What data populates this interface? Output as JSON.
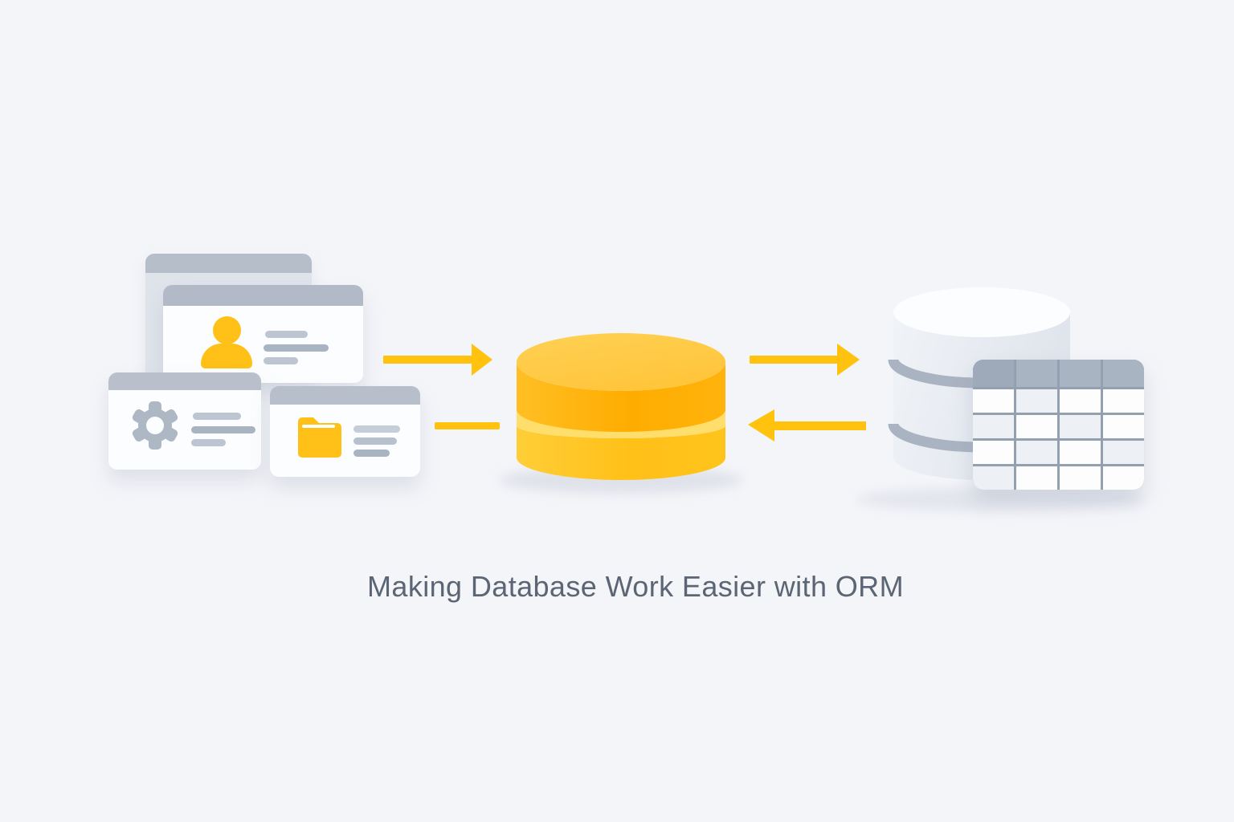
{
  "caption": {
    "text": "Making Database Work Easier with ORM"
  },
  "palette": {
    "background": "#f4f5f9",
    "caption_text": "#5b6573",
    "card_header": "#b4bcc9",
    "card_body": "#fcfdfe",
    "back_card_body": "#dfe4eb",
    "placeholder_line": "#bcc5d1",
    "placeholder_line_dark": "#a9b4c2",
    "icon_gray": "#aeb7c4",
    "accent_yellow": "#ffc117",
    "arrow_yellow": "#ffc20e",
    "orm_top": "#ffc844",
    "orm_top_rim": "#ffde6c",
    "orm_wall_upper": "#ffac00",
    "orm_wall_lower": "#ffc018",
    "db_top": "#fcfdfe",
    "db_wall": "#e7ebf1",
    "db_band": "#a9b3c1",
    "table_header": "#a9b4c2",
    "table_header_dark": "#9ea9b9",
    "table_grid": "#93a0b0",
    "table_cell": "#fdfdfe",
    "table_cell_alt": "#edf0f5"
  },
  "diagram": {
    "nodes": [
      {
        "id": "app-objects",
        "icons": [
          "user-icon",
          "gear-icon",
          "folder-icon"
        ]
      },
      {
        "id": "orm-layer",
        "icon": "orm-database-icon"
      },
      {
        "id": "database",
        "icons": [
          "database-icon",
          "table-icon"
        ]
      }
    ],
    "arrows": [
      {
        "from": "app-objects",
        "to": "orm-layer",
        "direction": "right",
        "style": "arrow"
      },
      {
        "from": "orm-layer",
        "to": "app-objects",
        "direction": "left",
        "style": "bar"
      },
      {
        "from": "orm-layer",
        "to": "database",
        "direction": "right",
        "style": "arrow"
      },
      {
        "from": "database",
        "to": "orm-layer",
        "direction": "left",
        "style": "arrow"
      }
    ]
  },
  "table": {
    "columns": 4,
    "rows": 4,
    "header_shading": [
      "dark",
      "base",
      "base",
      "base"
    ],
    "cell_shading": [
      [
        "base",
        "alt",
        "base",
        "base"
      ],
      [
        "alt",
        "base",
        "alt",
        "base"
      ],
      [
        "base",
        "alt",
        "base",
        "alt"
      ],
      [
        "alt",
        "base",
        "base",
        "base"
      ]
    ]
  }
}
